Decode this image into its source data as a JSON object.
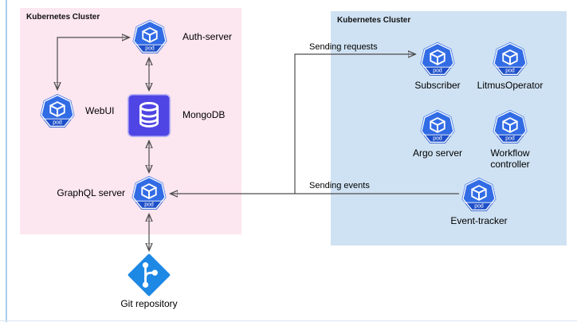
{
  "diagram": {
    "pod_badge": "pod",
    "clusters": {
      "left": {
        "label": "Kubernetes Cluster"
      },
      "right": {
        "label": "Kubernetes Cluster"
      }
    },
    "nodes": {
      "auth_server": {
        "label": "Auth-server"
      },
      "webui": {
        "label": "WebUI"
      },
      "mongodb": {
        "label": "MongoDB"
      },
      "graphql_server": {
        "label": "GraphQL server"
      },
      "subscriber": {
        "label": "Subscriber"
      },
      "litmus_operator": {
        "label": "LitmusOperator"
      },
      "argo_server": {
        "label": "Argo server"
      },
      "workflow_controller": {
        "label": "Workflow controller"
      },
      "event_tracker": {
        "label": "Event-tracker"
      },
      "git_repository": {
        "label": "Git repository"
      }
    },
    "edges": {
      "sending_requests": {
        "label": "Sending requests"
      },
      "sending_events": {
        "label": "Sending events"
      }
    },
    "colors": {
      "kubernetes_blue": "#326ce5",
      "pod_banner": "#1e4fc9",
      "mongodb_fill": "#4f45e4",
      "mongodb_border": "#bcb6f5",
      "git_blue": "#1e88e5",
      "cluster_left_bg": "#fce6ef",
      "cluster_right_bg": "#cfe2f3",
      "edge": "#4d4d4d",
      "label_text": "#000000"
    }
  }
}
